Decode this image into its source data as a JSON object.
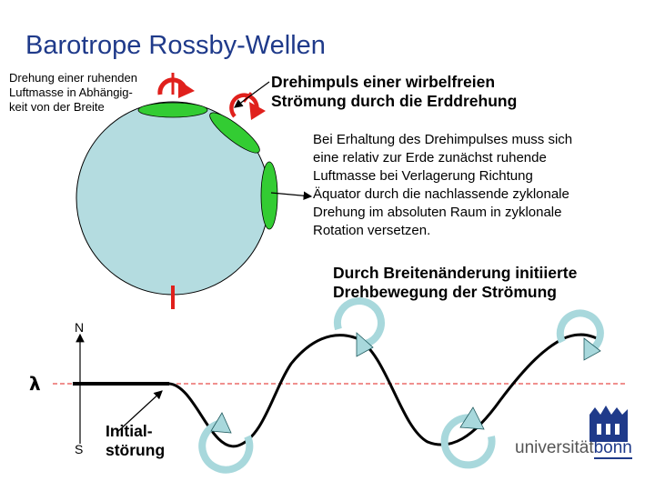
{
  "title": "Barotrope Rossby-Wellen",
  "label_left": [
    "Drehung einer ruhenden",
    "Luftmasse in Abhängig-",
    "keit von der Breite"
  ],
  "label_top": [
    "Drehimpuls einer wirbelfreien",
    "Strömung durch die Erddrehung"
  ],
  "explanation": [
    "Bei Erhaltung des Drehimpulses muss sich",
    "eine relativ zur Erde zunächst ruhende",
    "Luftmasse bei Verlagerung Richtung",
    "Äquator durch die nachlassende zyklonale",
    "Drehung im absoluten Raum in zyklonale",
    "Rotation versetzen."
  ],
  "wave_caption": [
    "Durch Breitenänderung initiierte",
    "Drehbewegung der Strömung"
  ],
  "axis": {
    "north": "N",
    "south": "S",
    "lambda": "λ"
  },
  "initial": [
    "Initial-",
    "störung"
  ],
  "logo": {
    "text_part1": "universität",
    "text_part2": "bonn"
  },
  "colors": {
    "title": "#1f3a8a",
    "globe": "#b4dce0",
    "airmass": "#33cc33",
    "arrow_red": "#e0201c",
    "arrow_teal": "#a8d8dc",
    "logo": "#1f3a8a"
  }
}
